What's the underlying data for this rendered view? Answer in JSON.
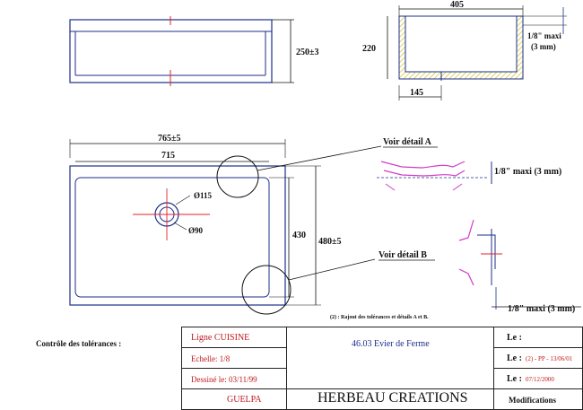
{
  "dims": {
    "top_height": "250±3",
    "side_width": "405",
    "side_height": "220",
    "side_bottom": "145",
    "side_tolerance_a": "1/8\" maxi",
    "side_tolerance_b": "(3 mm)",
    "overall_width": "765±5",
    "inner_width": "715",
    "drain_outer": "Ø115",
    "drain_inner": "Ø90",
    "inner_height": "430",
    "overall_height": "480±5",
    "detail_a_label": "Voir détail A",
    "detail_a_tol": "1/8\" maxi (3 mm)",
    "detail_b_label": "Voir détail B",
    "detail_b_tol": "1/8\" maxi (3 mm)",
    "note": "(2) : Rajout des tolérances et détails A et B."
  },
  "title_block": {
    "controle_label": "Contrôle des tolérances :",
    "ligne": "Ligne  CUISINE",
    "echelle": "Echelle:  1/8",
    "dessine": "Dessiné le:  03/11/99",
    "author": "GUELPA",
    "product": "46.03 Evier de Ferme",
    "company": "HERBEAU CREATIONS",
    "le_1": "Le :",
    "le_2_prefix": "Le :",
    "le_2_value": " (2) - PP - 13/06/01",
    "le_3_prefix": "Le :",
    "le_3_value": " 07/12/2000",
    "modifications": "Modifications"
  },
  "colors": {
    "outline": "#1c2f8a",
    "center_mark": "#e0232b",
    "hatch": "#c8b400",
    "detail_fill": "#d23cc8"
  }
}
